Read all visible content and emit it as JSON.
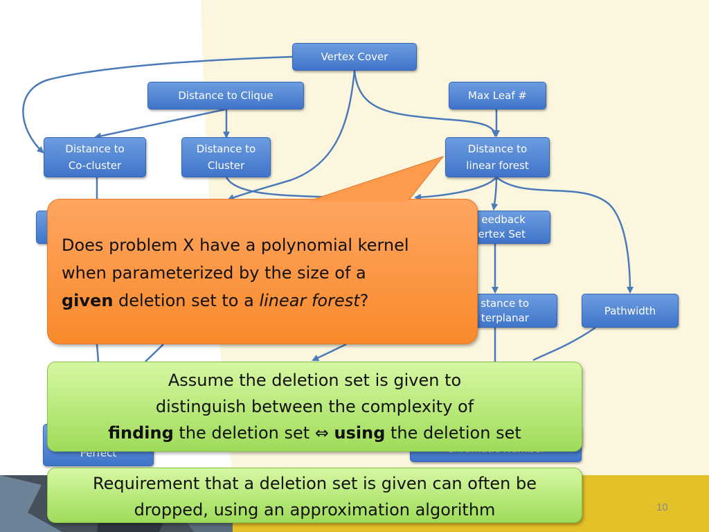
{
  "nodes": {
    "vertex_cover": "Vertex Cover",
    "distance_to_clique": "Distance to Clique",
    "max_leaf": "Max Leaf #",
    "distance_to_cocluster": [
      "Distance to",
      "Co-cluster"
    ],
    "distance_to_cluster": [
      "Distance to",
      "Cluster"
    ],
    "distance_to_linear_forest": [
      "Distance to",
      "linear forest"
    ],
    "feedback_vertex_set": [
      "eedback",
      "ertex Set"
    ],
    "distance_to_outerplanar": [
      "stance to",
      "terplanar"
    ],
    "pathwidth": "Pathwidth",
    "perfect": "Perfect",
    "chromatic_number": "Chromatic Number"
  },
  "callout": {
    "line1": "Does problem X have a polynomial kernel",
    "line2": "when parameterized by the size of a",
    "line3_bold": "given",
    "line3_mid": " deletion set to a ",
    "line3_italic": "linear forest",
    "line3_end": "?"
  },
  "assume_box": {
    "line1": "Assume the deletion set is given to",
    "line2": "distinguish between the complexity of",
    "line3_bold1": "finding",
    "line3_mid": " the deletion set ⇔ ",
    "line3_bold2": "using",
    "line3_end": " the deletion set"
  },
  "requirement_box": {
    "line1": "Requirement that a deletion set is given can often be",
    "line2": "dropped, using an approximation algorithm"
  },
  "slide_number": "10",
  "colors": {
    "node_blue": "#4a7fd4",
    "callout_orange": "#fb8f35",
    "box_green": "#b6e87a",
    "background_cream": "#fcf6df",
    "bottom_yellow": "#e3c128",
    "arrow_blue": "#4a7ab8"
  }
}
